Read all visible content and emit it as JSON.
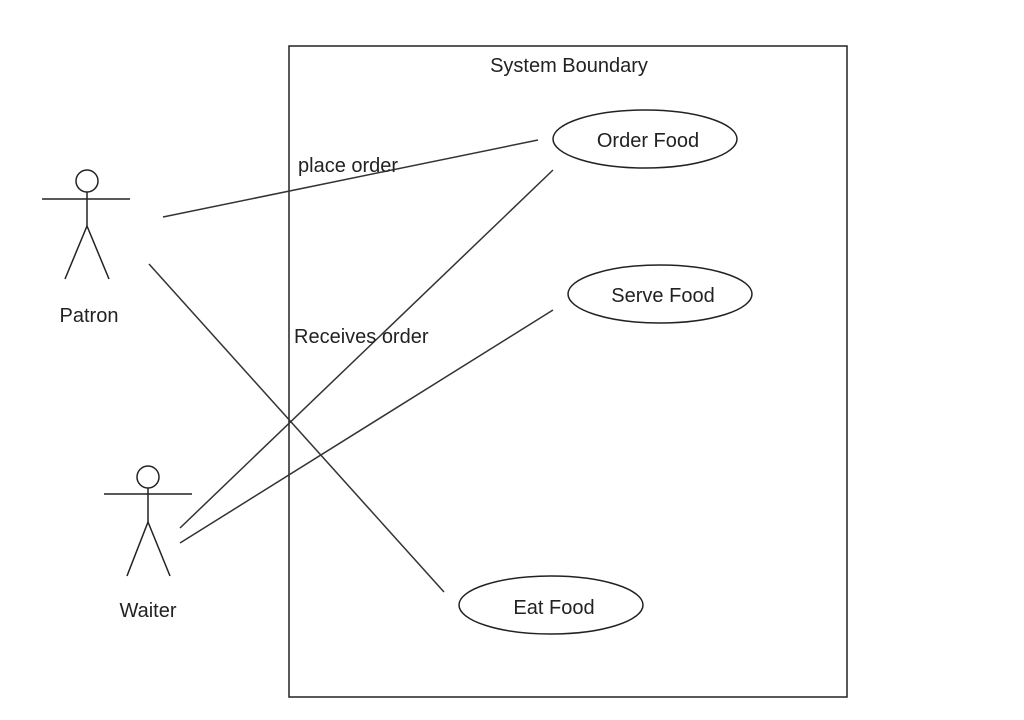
{
  "diagram": {
    "boundary_label": "System Boundary",
    "actors": {
      "patron": "Patron",
      "waiter": "Waiter"
    },
    "use_cases": {
      "order_food": "Order Food",
      "serve_food": "Serve Food",
      "eat_food": "Eat Food"
    },
    "association_labels": {
      "place_order": "place order",
      "receives_order": "Receives order"
    }
  }
}
